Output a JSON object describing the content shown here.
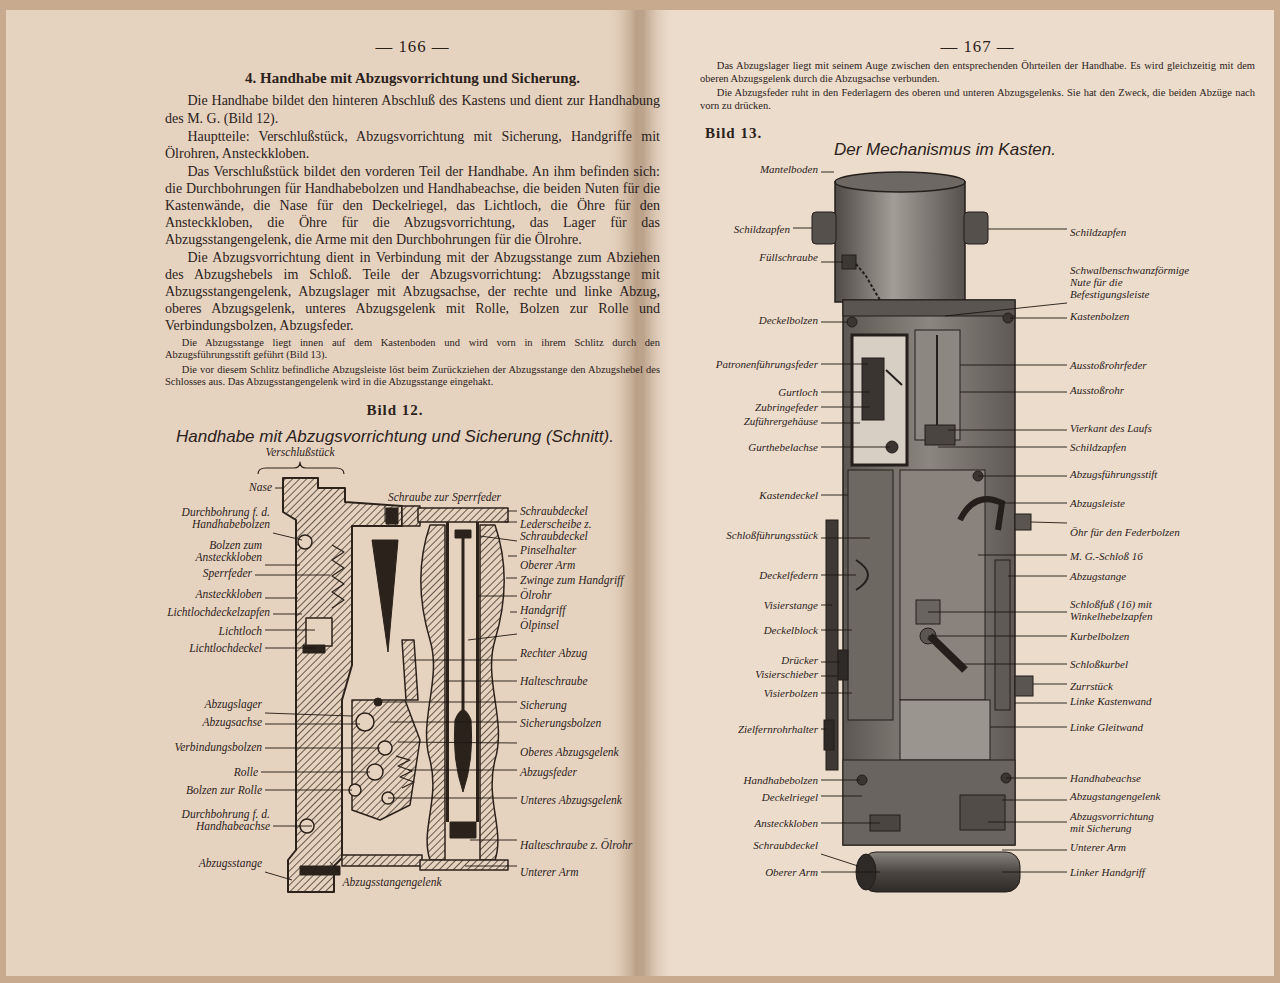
{
  "diagram": {
    "labels": [
      "— 166 —",
      "4. Handhabe mit Abzugsvorrichtung und Sicherung.",
      "Die Handhabe bildet den hinteren Abschluß des Kastens und dient zur Handhabung des M. G. (Bild 12).",
      "Hauptteile: Verschlußstück, Abzugsvorrichtung mit Sicherung, Handgriffe mit Ölrohren, Ansteckkloben.",
      "Das Verschlußstück bildet den vorderen Teil der Handhabe. An ihm befinden sich: die Durchbohrungen für Handhabebolzen und Handhabeachse, die beiden Nuten für die Kastenwände, die Nase für den Deckelriegel, das Lichtloch, die Öhre für den Ansteckkloben, die Öhre für die Abzugsvorrichtung, das Lager für das Abzugsstangengelenk, die Arme mit den Durchbohrungen für die Ölrohre.",
      "Die Abzugsvorrichtung dient in Verbindung mit der Abzugsstange zum Abziehen des Abzugshebels im Schloß. Teile der Abzugsvorrichtung: Abzugsstange mit Abzugsstangengelenk, Abzugslager mit Abzugsachse, der rechte und linke Abzug, oberes Abzugsgelenk, unteres Abzugsgelenk mit Rolle, Bolzen zur Rolle und Verbindungsbolzen, Abzugsfeder.",
      "Die Abzugsstange liegt innen auf dem Kastenboden und wird vorn in ihrem Schlitz durch den Abzugsführungsstift geführt (Bild 13).",
      "Die vor diesem Schlitz befindliche Abzugsleiste löst beim Zurückziehen der Abzugsstange den Abzugshebel des Schlosses aus. Das Abzugsstangengelenk wird in die Abzugsstange eingehakt.",
      "Bild 12.",
      "Handhabe mit Abzugsvorrichtung und Sicherung (Schnitt).",
      "Verschlußstück",
      "Nase",
      "Durchbohrung f. d. Handhabebolzen",
      "Bolzen zum Ansteckkloben",
      "Sperrfeder",
      "Ansteckkloben",
      "Lichtlochdeckelzapfen",
      "Lichtloch",
      "Lichtlochdeckel",
      "Abzugslager",
      "Abzugsachse",
      "Verbindungsbolzen",
      "Rolle",
      "Bolzen zur Rolle",
      "Durchbohrung f. d. Handhabeachse",
      "Abzugsstange",
      "Abzugsstangengelenk",
      "Schraube zur Sperrfeder",
      "Schraubdeckel",
      "Lederscheibe z. Schraubdeckel",
      "Pinselhalter",
      "Oberer Arm",
      "Zwinge zum Handgriff",
      "Ölrohr",
      "Handgriff",
      "Ölpinsel",
      "Rechter Abzug",
      "Halteschraube",
      "Sicherung",
      "Sicherungsbolzen",
      "Oberes Abzugsgelenk",
      "Abzugsfeder",
      "Unteres Abzugsgelenk",
      "Halteschraube z. Ölrohr",
      "Unterer Arm",
      "— 167 —",
      "Das Abzugslager liegt mit seinem Auge zwischen den entsprechenden Öhrteilen der Handhabe. Es wird gleichzeitig mit dem oberen Abzugsgelenk durch die Abzugsachse verbunden.",
      "Die Abzugsfeder ruht in den Federlagern des oberen und unteren Abzugsgelenks. Sie hat den Zweck, die beiden Abzüge nach vorn zu drücken.",
      "Bild 13.",
      "Der Mechanismus im Kasten.",
      "Mantelboden",
      "Schildzapfen",
      "Füllschraube",
      "Deckelbolzen",
      "Patronenführungsfeder",
      "Gurtloch",
      "Zubringefeder",
      "Zuführergehäuse",
      "Gurthebelachse",
      "Kastendeckel",
      "Schloßführungsstück",
      "Deckelfedern",
      "Visierstange",
      "Deckelblock",
      "Drücker",
      "Visierschieber",
      "Visierbolzen",
      "Zielfernrohrhalter",
      "Handhabebolzen",
      "Deckelriegel",
      "Ansteckkloben",
      "Schraubdeckel",
      "Oberer Arm",
      "Schildzapfen",
      "Schwalbenschwanzförmige Nute für die Befestigungsleiste",
      "Kastenbolzen",
      "Ausstoßrohrfeder",
      "Ausstoßrohr",
      "Vierkant des Laufs",
      "Schildzapfen",
      "Abzugsführungsstift",
      "Abzugsleiste",
      "Öhr für den Federbolzen",
      "M. G.-Schloß 16",
      "Abzugstange",
      "Schloßfuß (16) mit Winkelhebelzapfen",
      "Kurbelbolzen",
      "Schloßkurbel",
      "Zurrstück",
      "Linke Kastenwand",
      "Linke Gleitwand",
      "Handhabeachse",
      "Abzugstangengelenk",
      "Abzugsvorrichtung mit Sicherung",
      "Unterer Arm",
      "Linker Handgriff"
    ]
  }
}
